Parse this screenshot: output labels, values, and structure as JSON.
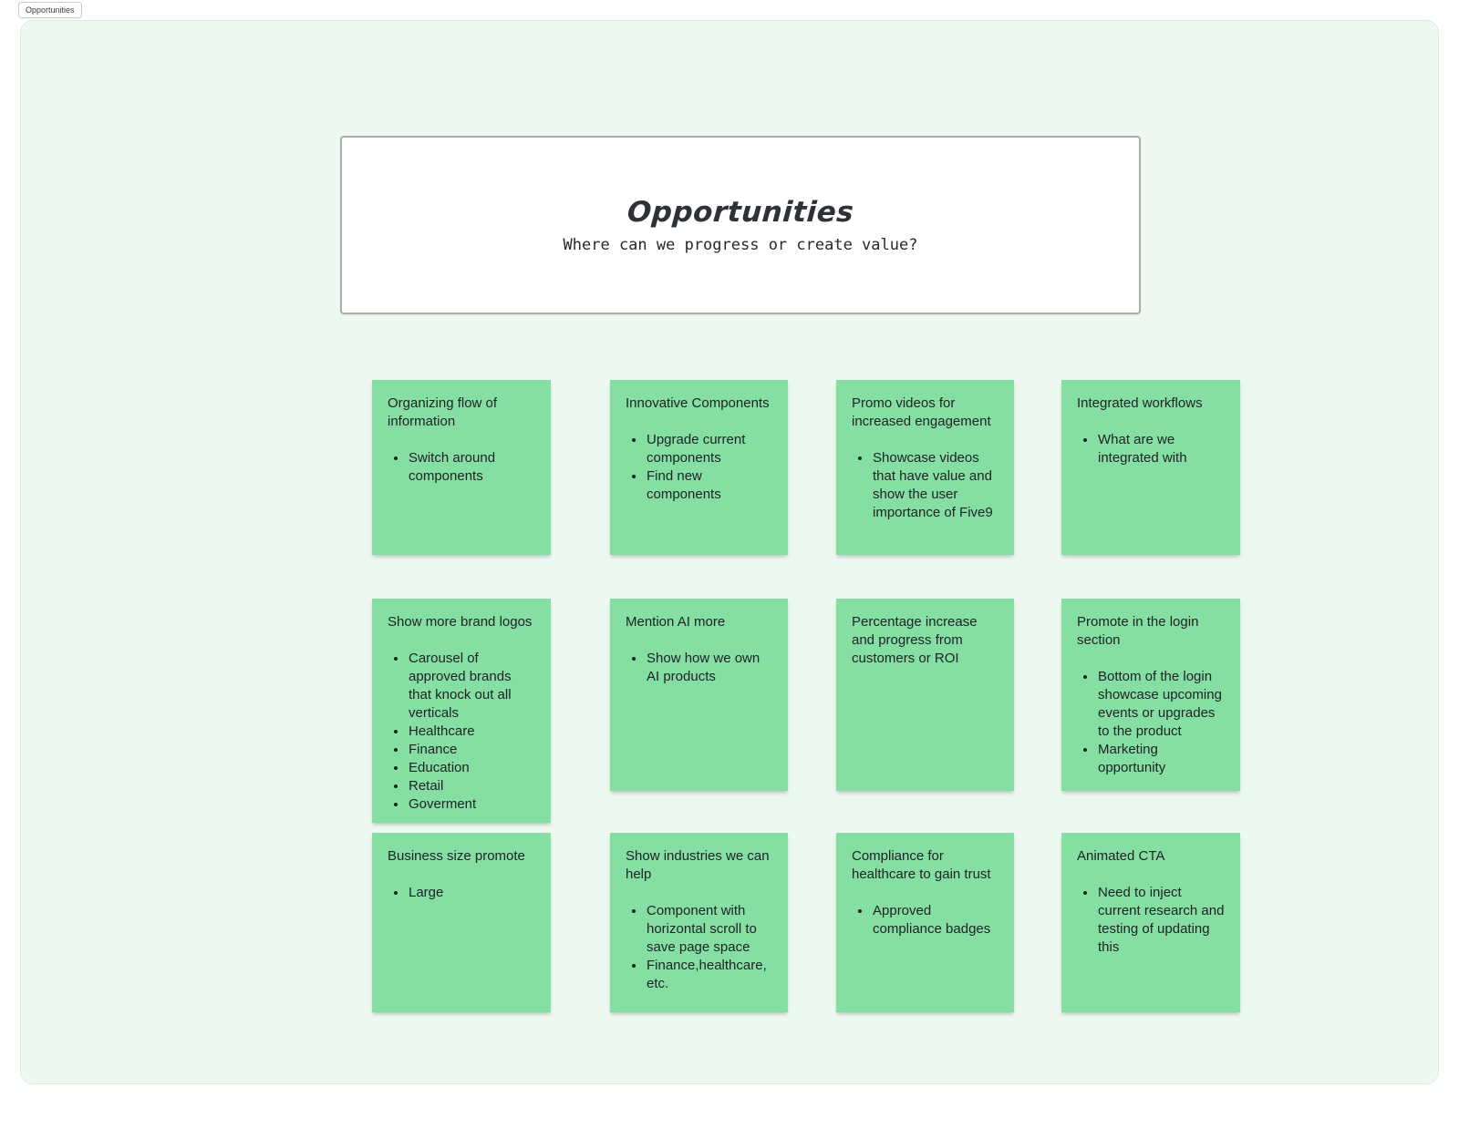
{
  "tab": {
    "label": "Opportunities"
  },
  "title_card": {
    "title": "Opportunities",
    "subtitle": "Where can we progress or create value?"
  },
  "colors": {
    "sticky_green": "#85dea2",
    "canvas_mint": "#edf8f1",
    "canvas_border": "#d8eee0",
    "card_border": "#a9adb0",
    "text_dark": "#1d2226"
  },
  "stickies": [
    {
      "title": "Organizing flow of information",
      "bullets": [
        "Switch around components"
      ]
    },
    {
      "title": "Innovative Components",
      "bullets": [
        "Upgrade current components",
        "Find new components"
      ]
    },
    {
      "title": "Promo videos for increased engagement",
      "bullets": [
        "Showcase videos that have value and show the user importance of Five9"
      ]
    },
    {
      "title": "Integrated workflows",
      "bullets": [
        "What are we integrated with"
      ]
    },
    {
      "title": "Show more brand logos",
      "bullets": [
        "Carousel of approved brands that knock out all verticals",
        "Healthcare",
        "Finance",
        "Education",
        "Retail",
        "Goverment"
      ]
    },
    {
      "title": "Mention AI more",
      "bullets": [
        "Show how we own AI products"
      ]
    },
    {
      "title": "Percentage increase and progress from customers or ROI",
      "bullets": []
    },
    {
      "title": "Promote in the login section",
      "bullets": [
        "Bottom of the login showcase upcoming events or upgrades to the product",
        "Marketing opportunity"
      ]
    },
    {
      "title": "Business size promote",
      "bullets": [
        "Large"
      ]
    },
    {
      "title": "Show industries we can help",
      "bullets": [
        "Component with horizontal scroll to save page space",
        "Finance,healthcare, etc."
      ]
    },
    {
      "title": "Compliance for healthcare to gain trust",
      "bullets": [
        "Approved compliance badges"
      ]
    },
    {
      "title": "Animated CTA",
      "bullets": [
        "Need to inject current research and testing of updating this"
      ]
    }
  ]
}
